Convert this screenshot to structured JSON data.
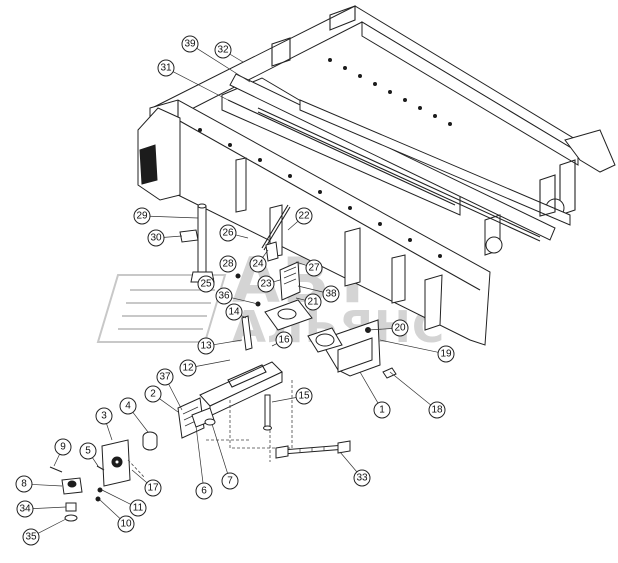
{
  "diagram": {
    "callouts": [
      {
        "label": "39"
      },
      {
        "label": "32"
      },
      {
        "label": "31"
      },
      {
        "label": "29"
      },
      {
        "label": "30"
      },
      {
        "label": "22"
      },
      {
        "label": "26"
      },
      {
        "label": "28"
      },
      {
        "label": "24"
      },
      {
        "label": "25"
      },
      {
        "label": "27"
      },
      {
        "label": "23"
      },
      {
        "label": "36"
      },
      {
        "label": "38"
      },
      {
        "label": "21"
      },
      {
        "label": "14"
      },
      {
        "label": "20"
      },
      {
        "label": "16"
      },
      {
        "label": "13"
      },
      {
        "label": "19"
      },
      {
        "label": "12"
      },
      {
        "label": "37"
      },
      {
        "label": "2"
      },
      {
        "label": "18"
      },
      {
        "label": "1"
      },
      {
        "label": "4"
      },
      {
        "label": "15"
      },
      {
        "label": "3"
      },
      {
        "label": "9"
      },
      {
        "label": "5"
      },
      {
        "label": "17"
      },
      {
        "label": "6"
      },
      {
        "label": "7"
      },
      {
        "label": "33"
      },
      {
        "label": "8"
      },
      {
        "label": "11"
      },
      {
        "label": "34"
      },
      {
        "label": "10"
      },
      {
        "label": "35"
      }
    ]
  },
  "watermark": {
    "line1": "ABTO",
    "line2": "АЛЬЯНС"
  }
}
